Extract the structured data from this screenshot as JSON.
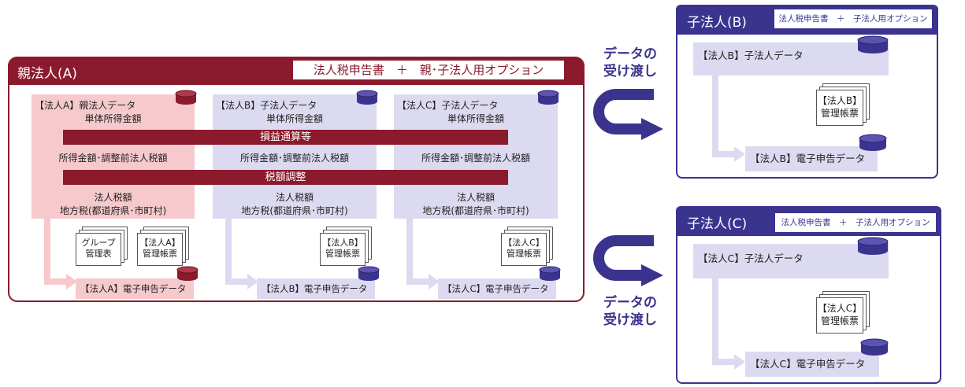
{
  "parent": {
    "title": "親法人(A)",
    "option": "法人税申告書　＋　親･子法人用オプション",
    "cols": [
      {
        "header": "【法人A】親法人データ",
        "income": "単体所得金額",
        "tax_pre": "所得金額･調整前法人税額",
        "tax": "法人税額",
        "local": "地方税(都道府県･市町村)",
        "edata": "【法人A】電子申告データ",
        "doc1_line1": "グループ",
        "doc1_line2": "管理表",
        "doc2_line1": "【法人A】",
        "doc2_line2": "管理帳票"
      },
      {
        "header": "【法人B】子法人データ",
        "income": "単体所得金額",
        "tax_pre": "所得金額･調整前法人税額",
        "tax": "法人税額",
        "local": "地方税(都道府県･市町村)",
        "edata": "【法人B】電子申告データ",
        "doc_line1": "【法人B】",
        "doc_line2": "管理帳票"
      },
      {
        "header": "【法人C】子法人データ",
        "income": "単体所得金額",
        "tax_pre": "所得金額･調整前法人税額",
        "tax": "法人税額",
        "local": "地方税(都道府県･市町村)",
        "edata": "【法人C】電子申告データ",
        "doc_line1": "【法人C】",
        "doc_line2": "管理帳票"
      }
    ],
    "band1": "損益通算等",
    "band2": "税額調整"
  },
  "transfer_label_line1": "データの",
  "transfer_label_line2": "受け渡し",
  "children": [
    {
      "title": "子法人(B)",
      "option": "法人税申告書　＋　子法人用オプション",
      "data": "【法人B】子法人データ",
      "doc_line1": "【法人B】",
      "doc_line2": "管理帳票",
      "edata": "【法人B】電子申告データ"
    },
    {
      "title": "子法人(C)",
      "option": "法人税申告書　＋　子法人用オプション",
      "data": "【法人C】子法人データ",
      "doc_line1": "【法人C】",
      "doc_line2": "管理帳票",
      "edata": "【法人C】電子申告データ"
    }
  ],
  "colors": {
    "parent": "#8b1a2c",
    "child": "#3b348f",
    "pink": "#f6c9cd",
    "lavender": "#dcdaf0"
  }
}
